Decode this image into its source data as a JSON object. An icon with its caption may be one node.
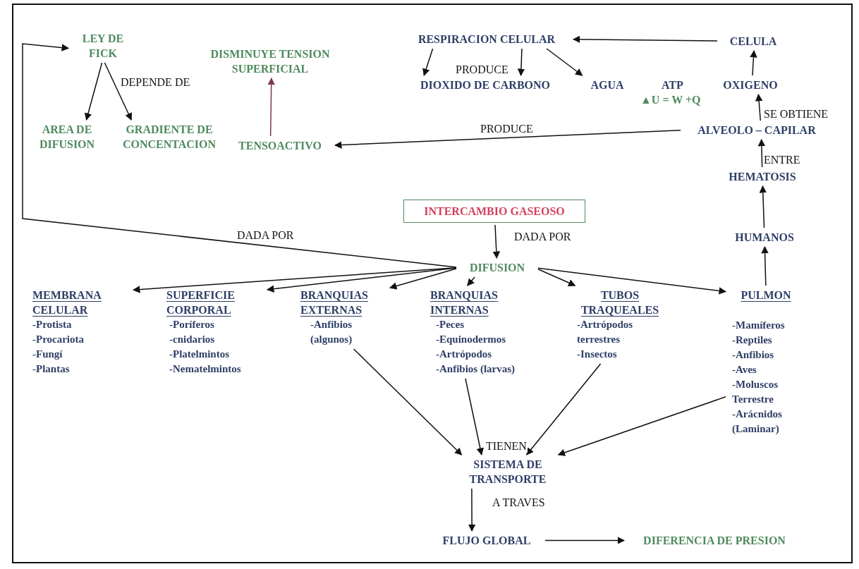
{
  "diagram": {
    "nodes": [
      {
        "text": [
          "LEY DE FICK"
        ]
      },
      {
        "text": [
          "DISMINUYE TENSION SUPERFICIAL"
        ]
      },
      {
        "text": [
          "RESPIRACION CELULAR"
        ]
      },
      {
        "text": [
          "CELULA"
        ]
      },
      {
        "text": [
          "AREA DE DIFUSION"
        ]
      },
      {
        "text": [
          "GRADIENTE DE CONCENTACION"
        ]
      },
      {
        "text": [
          "TENSOACTIVO"
        ]
      },
      {
        "text": [
          "DIOXIDO DE CARBONO"
        ]
      },
      {
        "text": [
          "AGUA"
        ]
      },
      {
        "text": [
          "OXIGENO"
        ]
      },
      {
        "text": [
          "ALVEOLO – CAPILAR"
        ]
      },
      {
        "text": [
          "HEMATOSIS"
        ]
      },
      {
        "text": [
          "INTERCAMBIO GASEOSO"
        ]
      },
      {
        "text": [
          "HUMANOS"
        ]
      },
      {
        "text": [
          "DIFUSION"
        ]
      },
      {
        "text": [
          "MEMBRANA CELULAR",
          "-Protista",
          "-Procariota",
          "-Fungí",
          "-Plantas"
        ]
      },
      {
        "text": [
          "SUPERFICIE CORPORAL",
          "-Poríferos",
          "-cnidarios",
          "-Platelmintos",
          "-Nematelmintos"
        ]
      },
      {
        "text": [
          "BRANQUIAS EXTERNAS",
          "-Anfibios (algunos)"
        ]
      },
      {
        "text": [
          "BRANQUIAS INTERNAS",
          "-Peces",
          "-Equinodermos",
          "-Artrópodos",
          "-Anfibios (larvas)"
        ]
      },
      {
        "text": [
          "TUBOS TRAQUEALES",
          "-Artrópodos terrestres",
          "-Insectos"
        ]
      },
      {
        "text": [
          "PULMON",
          "-Mamíferos",
          "-Reptiles",
          "-Anfibios",
          "-Aves",
          "-Moluscos Terrestre",
          "-Arácnidos (Laminar)"
        ]
      },
      {
        "text": [
          "SISTEMA DE TRANSPORTE"
        ]
      },
      {
        "text": [
          "FLUJO GLOBAL"
        ]
      },
      {
        "text": [
          "DIFERENCIA DE PRESION"
        ]
      }
    ],
    "edges": [
      {
        "from": 0,
        "to": 4,
        "arrow": "to"
      },
      {
        "from": 0,
        "to": 5,
        "arrow": "to",
        "label": "DEPENDE DE"
      },
      {
        "from": 6,
        "to": 1,
        "arrow": "to",
        "color": "#7a3a48"
      },
      {
        "from": 2,
        "to": 7,
        "arrow": "to"
      },
      {
        "from": 2,
        "to": 7,
        "arrow": "to",
        "label": "PRODUCE"
      },
      {
        "from": 2,
        "to": 8,
        "arrow": "to"
      },
      {
        "from": 3,
        "to": 2,
        "arrow": "to"
      },
      {
        "from": 9,
        "to": 3,
        "arrow": "to"
      },
      {
        "from": 10,
        "to": 9,
        "arrow": "to",
        "label": "SE OBTIENE"
      },
      {
        "from": 10,
        "to": 6,
        "arrow": "to",
        "label": "PRODUCE"
      },
      {
        "from": 11,
        "to": 10,
        "arrow": "to",
        "label": "ENTRE"
      },
      {
        "from": 13,
        "to": 11,
        "arrow": "to"
      },
      {
        "from": 20,
        "to": 13,
        "arrow": "to"
      },
      {
        "from": 12,
        "to": 14,
        "arrow": "to",
        "label": "DADA POR"
      },
      {
        "from": 14,
        "to": 0,
        "arrow": "to",
        "label": "DADA POR"
      },
      {
        "from": 14,
        "to": 15,
        "arrow": "to"
      },
      {
        "from": 14,
        "to": 16,
        "arrow": "to"
      },
      {
        "from": 14,
        "to": 17,
        "arrow": "to"
      },
      {
        "from": 14,
        "to": 18,
        "arrow": "to"
      },
      {
        "from": 14,
        "to": 19,
        "arrow": "to"
      },
      {
        "from": 14,
        "to": 20,
        "arrow": "to"
      },
      {
        "from": 17,
        "to": 21,
        "arrow": "to"
      },
      {
        "from": 18,
        "to": 21,
        "arrow": "to",
        "label": "TIENEN"
      },
      {
        "from": 19,
        "to": 21,
        "arrow": "to"
      },
      {
        "from": 20,
        "to": 21,
        "arrow": "to"
      },
      {
        "from": 21,
        "to": 22,
        "arrow": "to",
        "label": "A TRAVES"
      },
      {
        "from": 22,
        "to": 23,
        "arrow": "to"
      }
    ],
    "labels": [
      "ATP",
      "▲U = W +Q"
    ]
  }
}
